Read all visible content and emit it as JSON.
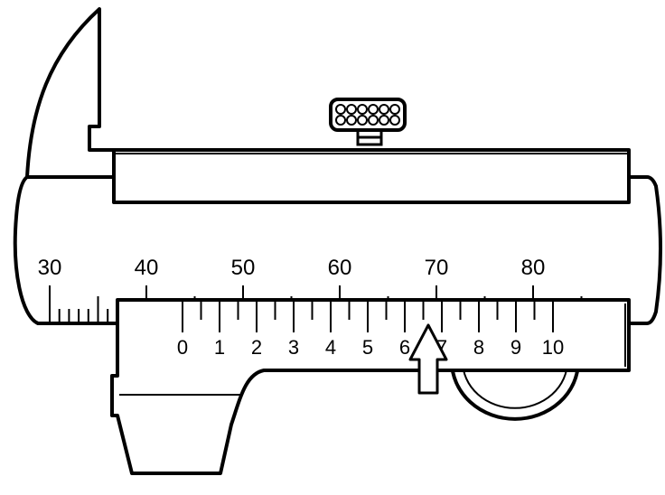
{
  "main_scale": {
    "labels": [
      "30",
      "40",
      "50",
      "60",
      "70",
      "80"
    ],
    "start_value": 30,
    "end_value": 87,
    "minor_division": 1
  },
  "vernier_scale": {
    "labels": [
      "0",
      "1",
      "2",
      "3",
      "4",
      "5",
      "6",
      "7",
      "8",
      "9",
      "10"
    ],
    "divisions": 20
  },
  "indicator": {
    "type": "arrow",
    "points_at_vernier_label": "6.5"
  },
  "colors": {
    "ink": "#000000",
    "paper": "#ffffff"
  }
}
